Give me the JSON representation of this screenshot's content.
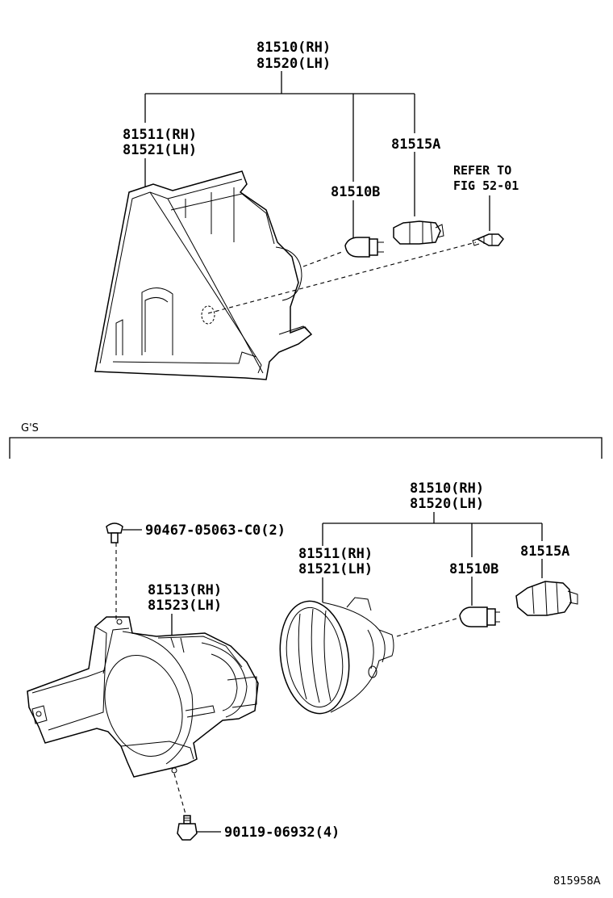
{
  "top_assembly": {
    "assy_rh": "81510(RH)",
    "assy_lh": "81520(LH)",
    "housing_rh": "81511(RH)",
    "housing_lh": "81521(LH)",
    "bulb": "81510B",
    "socket": "81515A",
    "refer_line1": "REFER TO",
    "refer_line2": "FIG 52-01"
  },
  "section_label": "G'S",
  "bottom_assembly": {
    "assy_rh": "81510(RH)",
    "assy_lh": "81520(LH)",
    "clip": "90467-05063-C0(2)",
    "bracket_rh": "81513(RH)",
    "bracket_lh": "81523(LH)",
    "housing_rh": "81511(RH)",
    "housing_lh": "81521(LH)",
    "bulb": "81510B",
    "socket": "81515A",
    "bolt": "90119-06932(4)"
  },
  "figure_id": "815958A"
}
